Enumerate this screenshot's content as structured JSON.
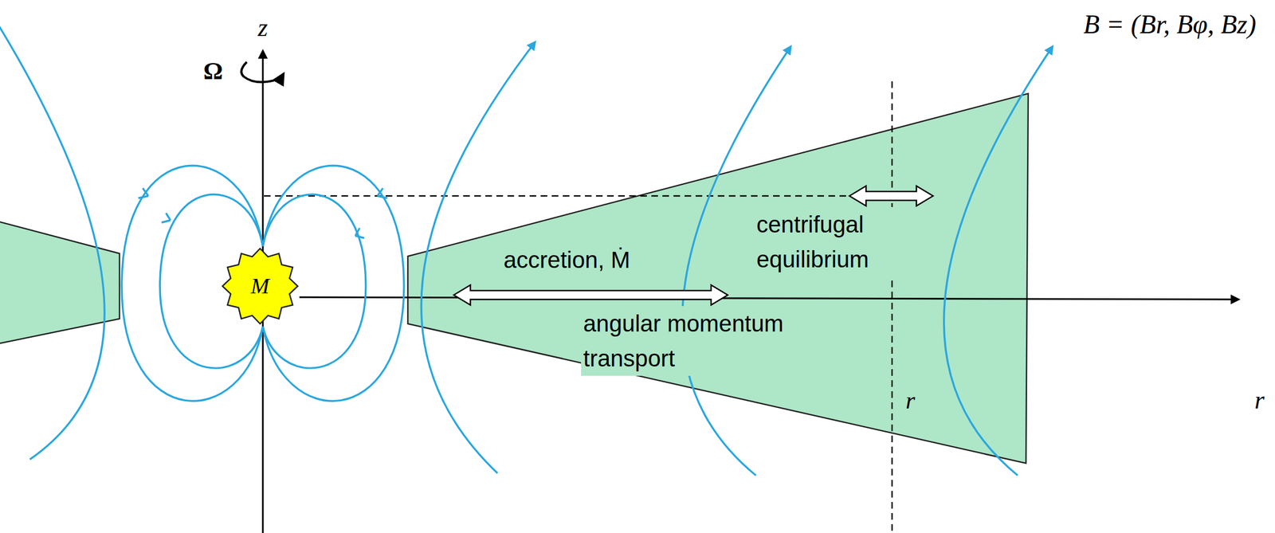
{
  "diagram": {
    "nodes": [
      {
        "text": [
          "M"
        ]
      },
      {
        "text": [
          "centrifugal equilibrium",
          "accretion, Ṁ",
          "angular momentum transport",
          "r"
        ]
      }
    ],
    "labels": [
      "z",
      "Ω",
      "B = (Br, Bφ, Bz)",
      "r"
    ]
  }
}
